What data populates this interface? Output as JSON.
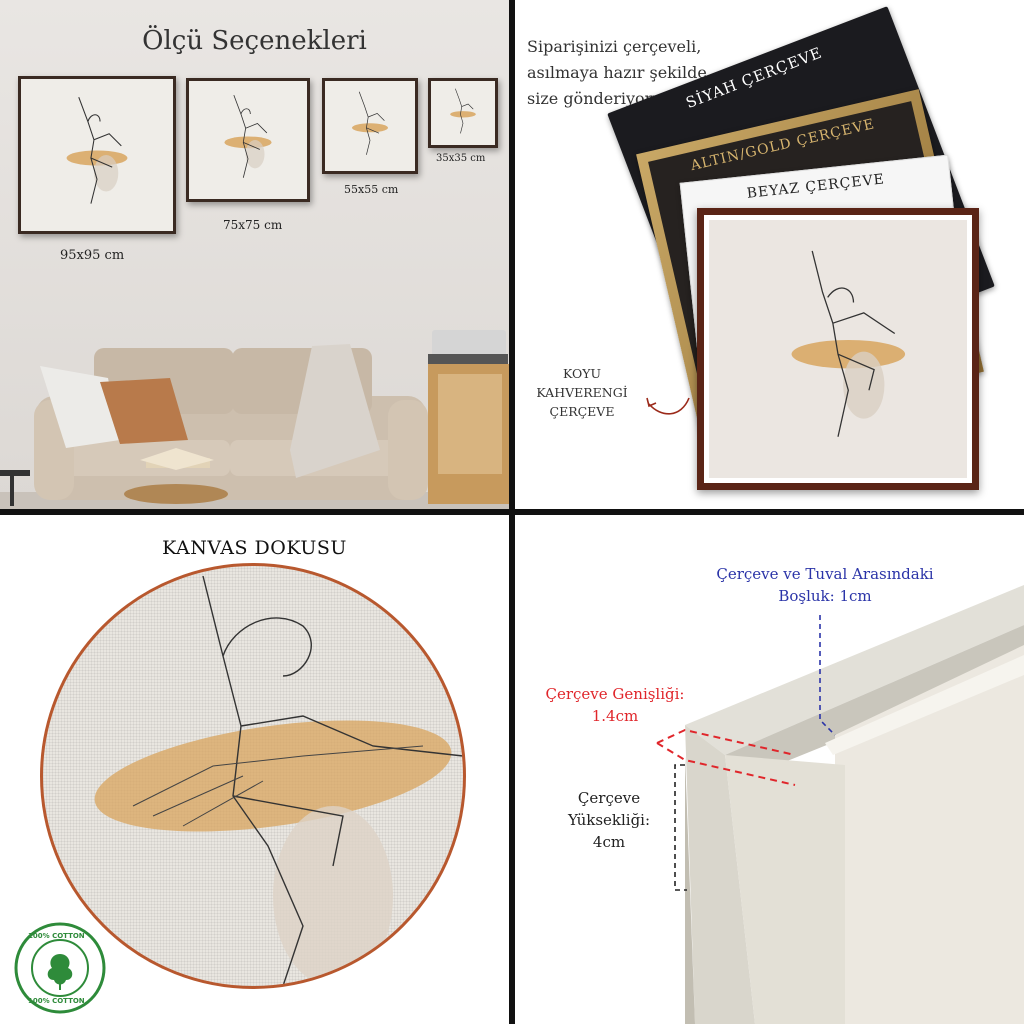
{
  "panel_sizes": {
    "title": "Ölçü Seçenekleri",
    "sizes": [
      "95x95 cm",
      "75x75 cm",
      "55x55 cm",
      "35x35 cm"
    ]
  },
  "panel_frames": {
    "intro_lines": [
      "Siparişinizi çerçeveli,",
      "asılmaya hazır şekilde",
      "size gönderiyoruz."
    ],
    "frame_black": "SİYAH ÇERÇEVE",
    "frame_gold": "ALTIN/GOLD ÇERÇEVE",
    "frame_white": "BEYAZ ÇERÇEVE",
    "frame_brown_lines": [
      "KOYU",
      "KAHVERENGİ",
      "ÇERÇEVE"
    ]
  },
  "panel_texture": {
    "title": "KANVAS DOKUSU",
    "badge_text": "100% COTTON"
  },
  "panel_specs": {
    "gap_lines": [
      "Çerçeve ve Tuval Arasındaki",
      "Boşluk: 1cm"
    ],
    "width_lines": [
      "Çerçeve Genişliği:",
      "1.4cm"
    ],
    "height_lines": [
      "Çerçeve",
      "Yüksekliği:",
      "4cm"
    ]
  },
  "colors": {
    "frame_black": "#1b1b1f",
    "frame_gold": "#b08d4a",
    "frame_white": "#f4f4f4",
    "frame_brown": "#5a2416",
    "tutu_accent": "#d8a45e",
    "canvas_ring": "#b8582e",
    "label_blue": "#2b34a8",
    "label_red": "#e0262b",
    "badge_green": "#2e8b3a"
  },
  "icons": {
    "cotton_badge": "cotton-badge-icon",
    "brown_arrow": "curved-arrow-icon"
  }
}
